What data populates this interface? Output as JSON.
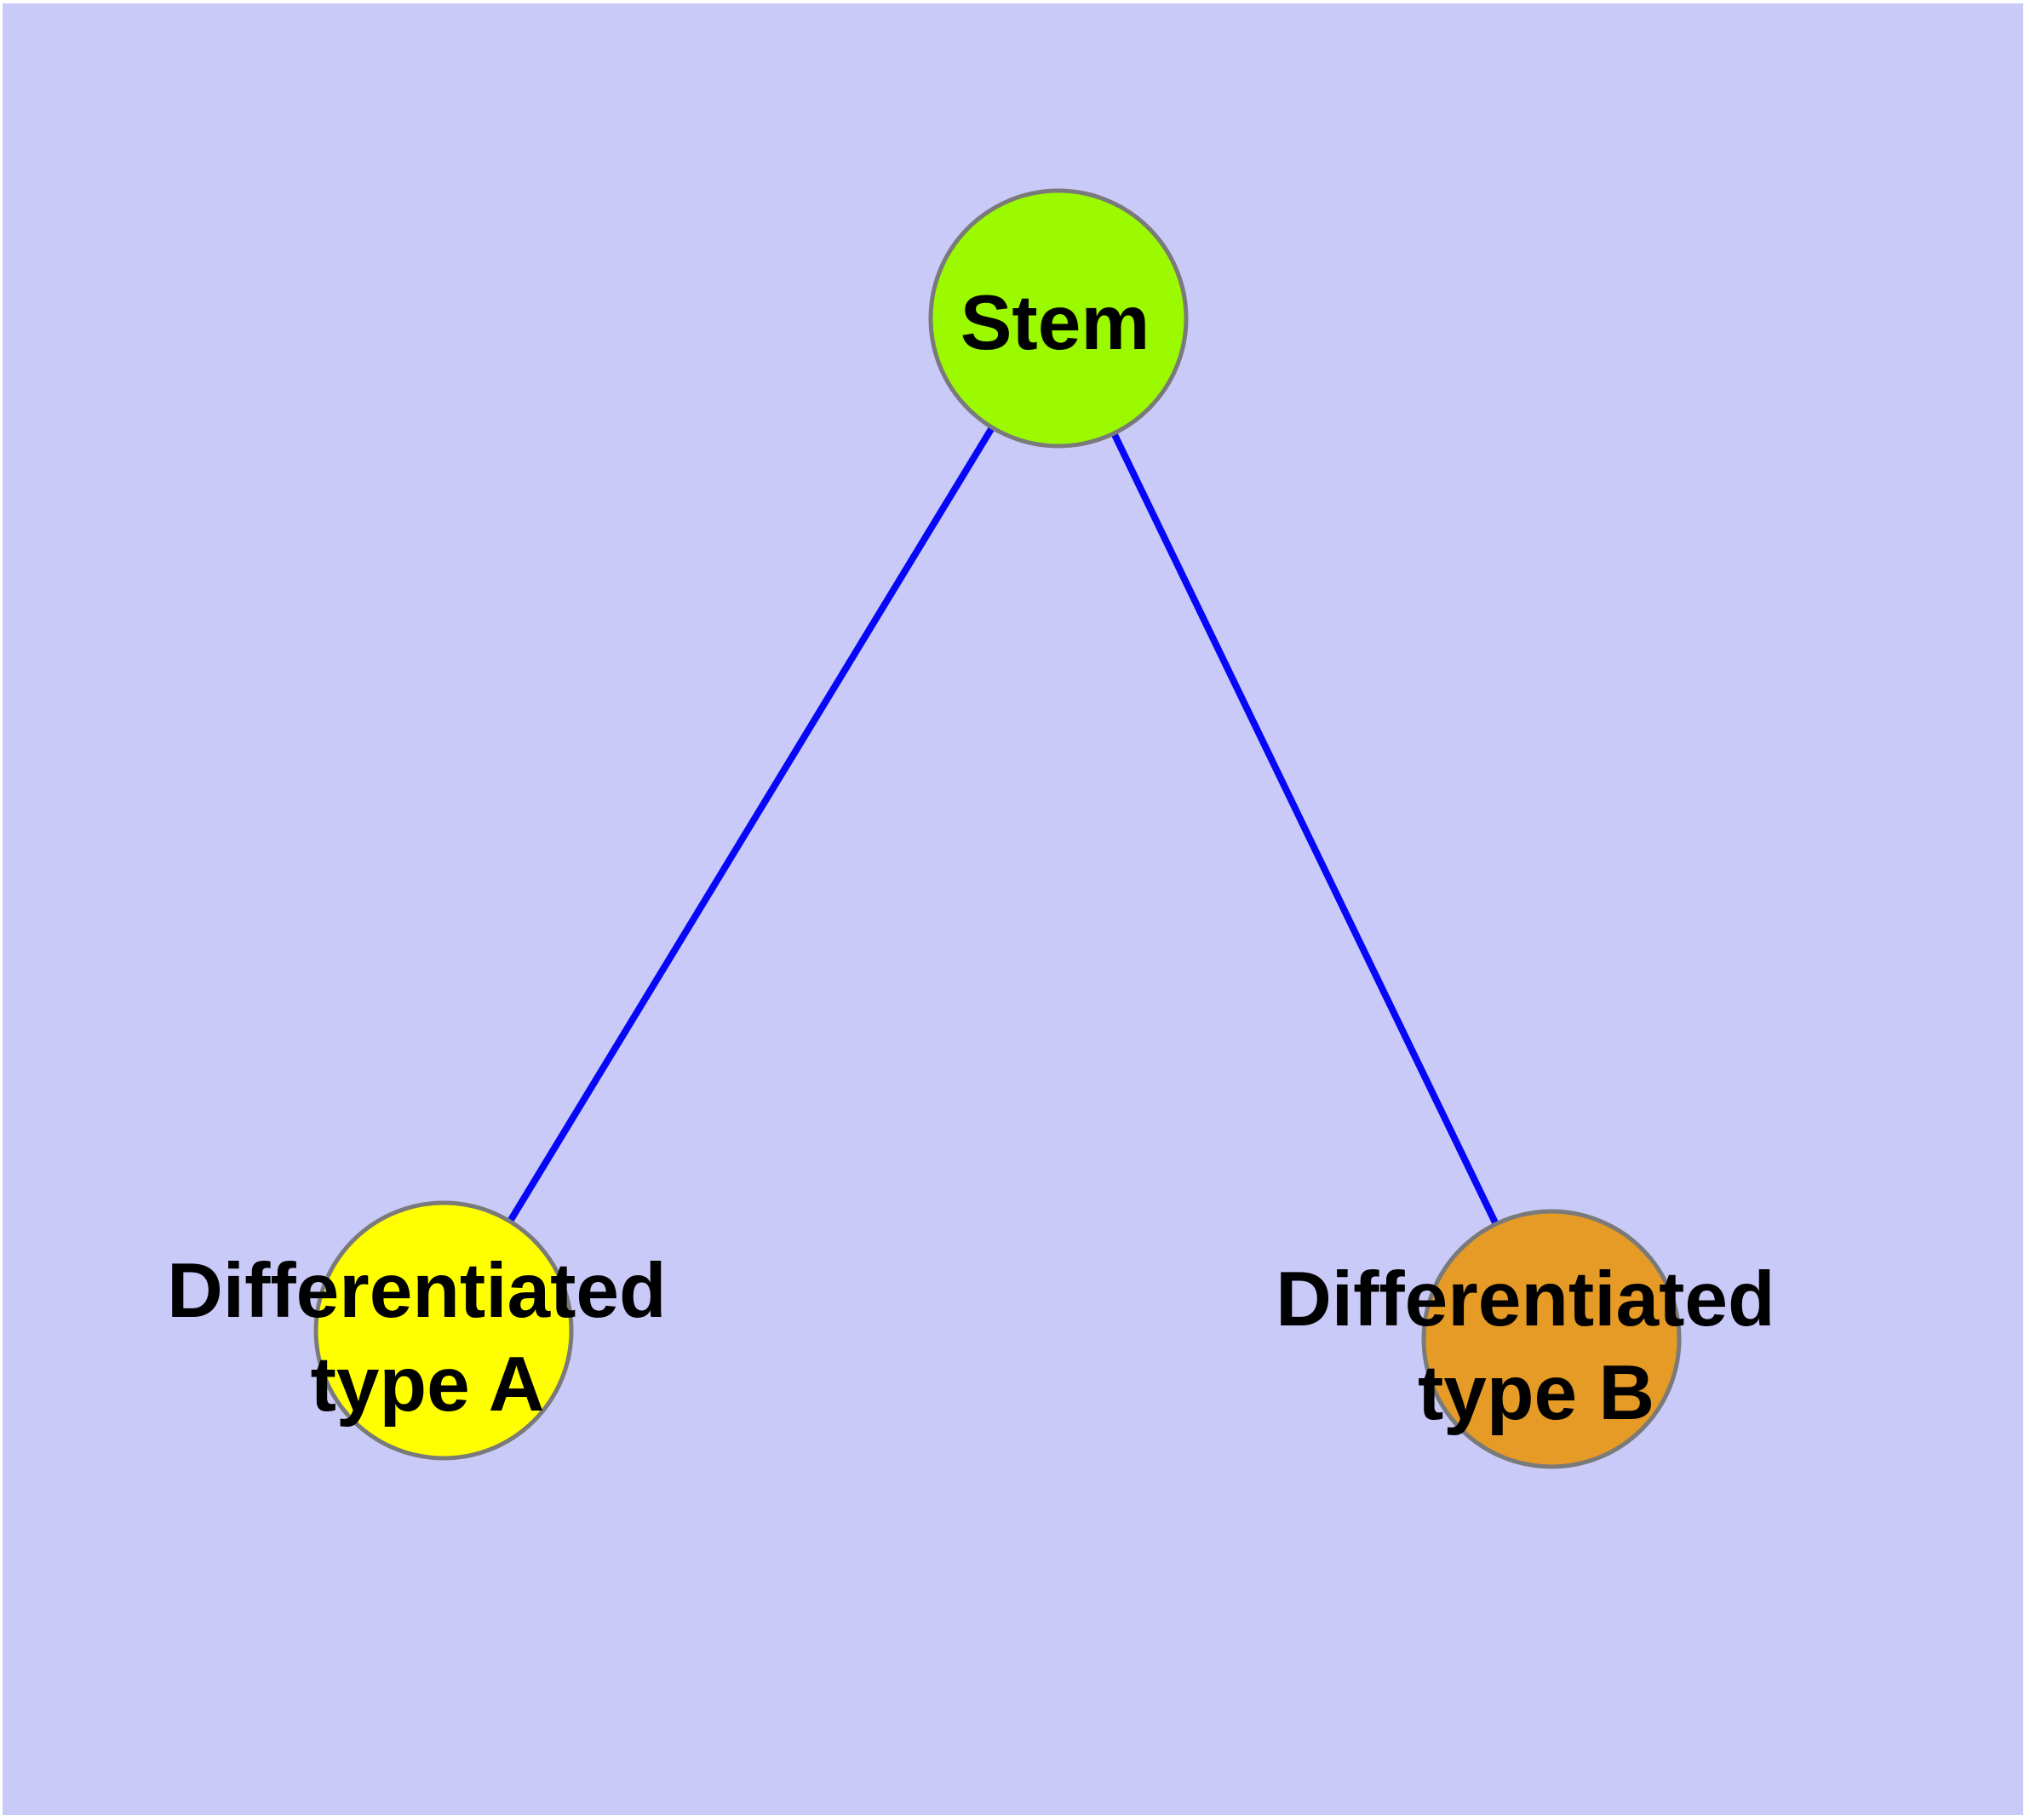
{
  "diagram": {
    "type": "graph",
    "description_visible_text_only": "Stem; Differentiated type A; Differentiated type B",
    "nodes": {
      "stem": {
        "label": "Stem",
        "fill": "#9BF900"
      },
      "a": {
        "label_line1": "Differentiated",
        "label_line2": "type A",
        "fill": "#FFFF00"
      },
      "b": {
        "label_line1": "Differentiated",
        "label_line2": "type B",
        "fill": "#E59B26"
      }
    },
    "edges": [
      {
        "from": "Stem",
        "to": "Differentiated type A"
      },
      {
        "from": "Stem",
        "to": "Differentiated type B"
      }
    ],
    "colors": {
      "background": "#CACAF8",
      "page_margin": "#FFFFFF",
      "edge": "#0606F8",
      "node_border": "#7A7A7A",
      "label_text": "#000000"
    }
  }
}
